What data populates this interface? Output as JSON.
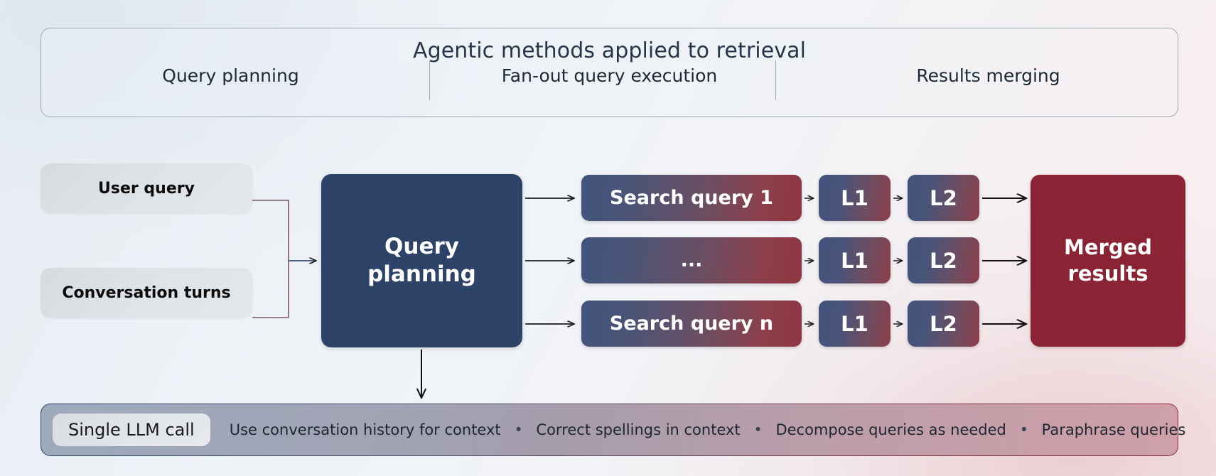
{
  "top_panel": {
    "title": "Agentic methods applied to retrieval",
    "columns": [
      {
        "label": "Query planning"
      },
      {
        "label": "Fan-out query execution"
      },
      {
        "label": "Results merging"
      }
    ]
  },
  "flow": {
    "inputs": [
      {
        "label": "User query"
      },
      {
        "label": "Conversation turns"
      }
    ],
    "planner": {
      "line1": "Query",
      "line2": "planning"
    },
    "rows": [
      {
        "query": "Search query 1",
        "stages": [
          "L1",
          "L2"
        ]
      },
      {
        "query": "...",
        "stages": [
          "L1",
          "L2"
        ]
      },
      {
        "query": "Search query n",
        "stages": [
          "L1",
          "L2"
        ]
      }
    ],
    "output": {
      "line1": "Merged",
      "line2": "results"
    }
  },
  "bottom_panel": {
    "pill_label": "Single LLM call",
    "bullets": [
      "Use conversation history for context",
      "Correct spellings in context",
      "Decompose queries as needed",
      "Paraphrase queries"
    ],
    "separator": "•"
  },
  "colors": {
    "navy": "#2c4267",
    "crimson": "#8a2434",
    "panel_border": "#9aa7b1",
    "input_box": "#dfe3e7",
    "background_left": "#e6ecf2",
    "background_right": "#f9eef0"
  }
}
